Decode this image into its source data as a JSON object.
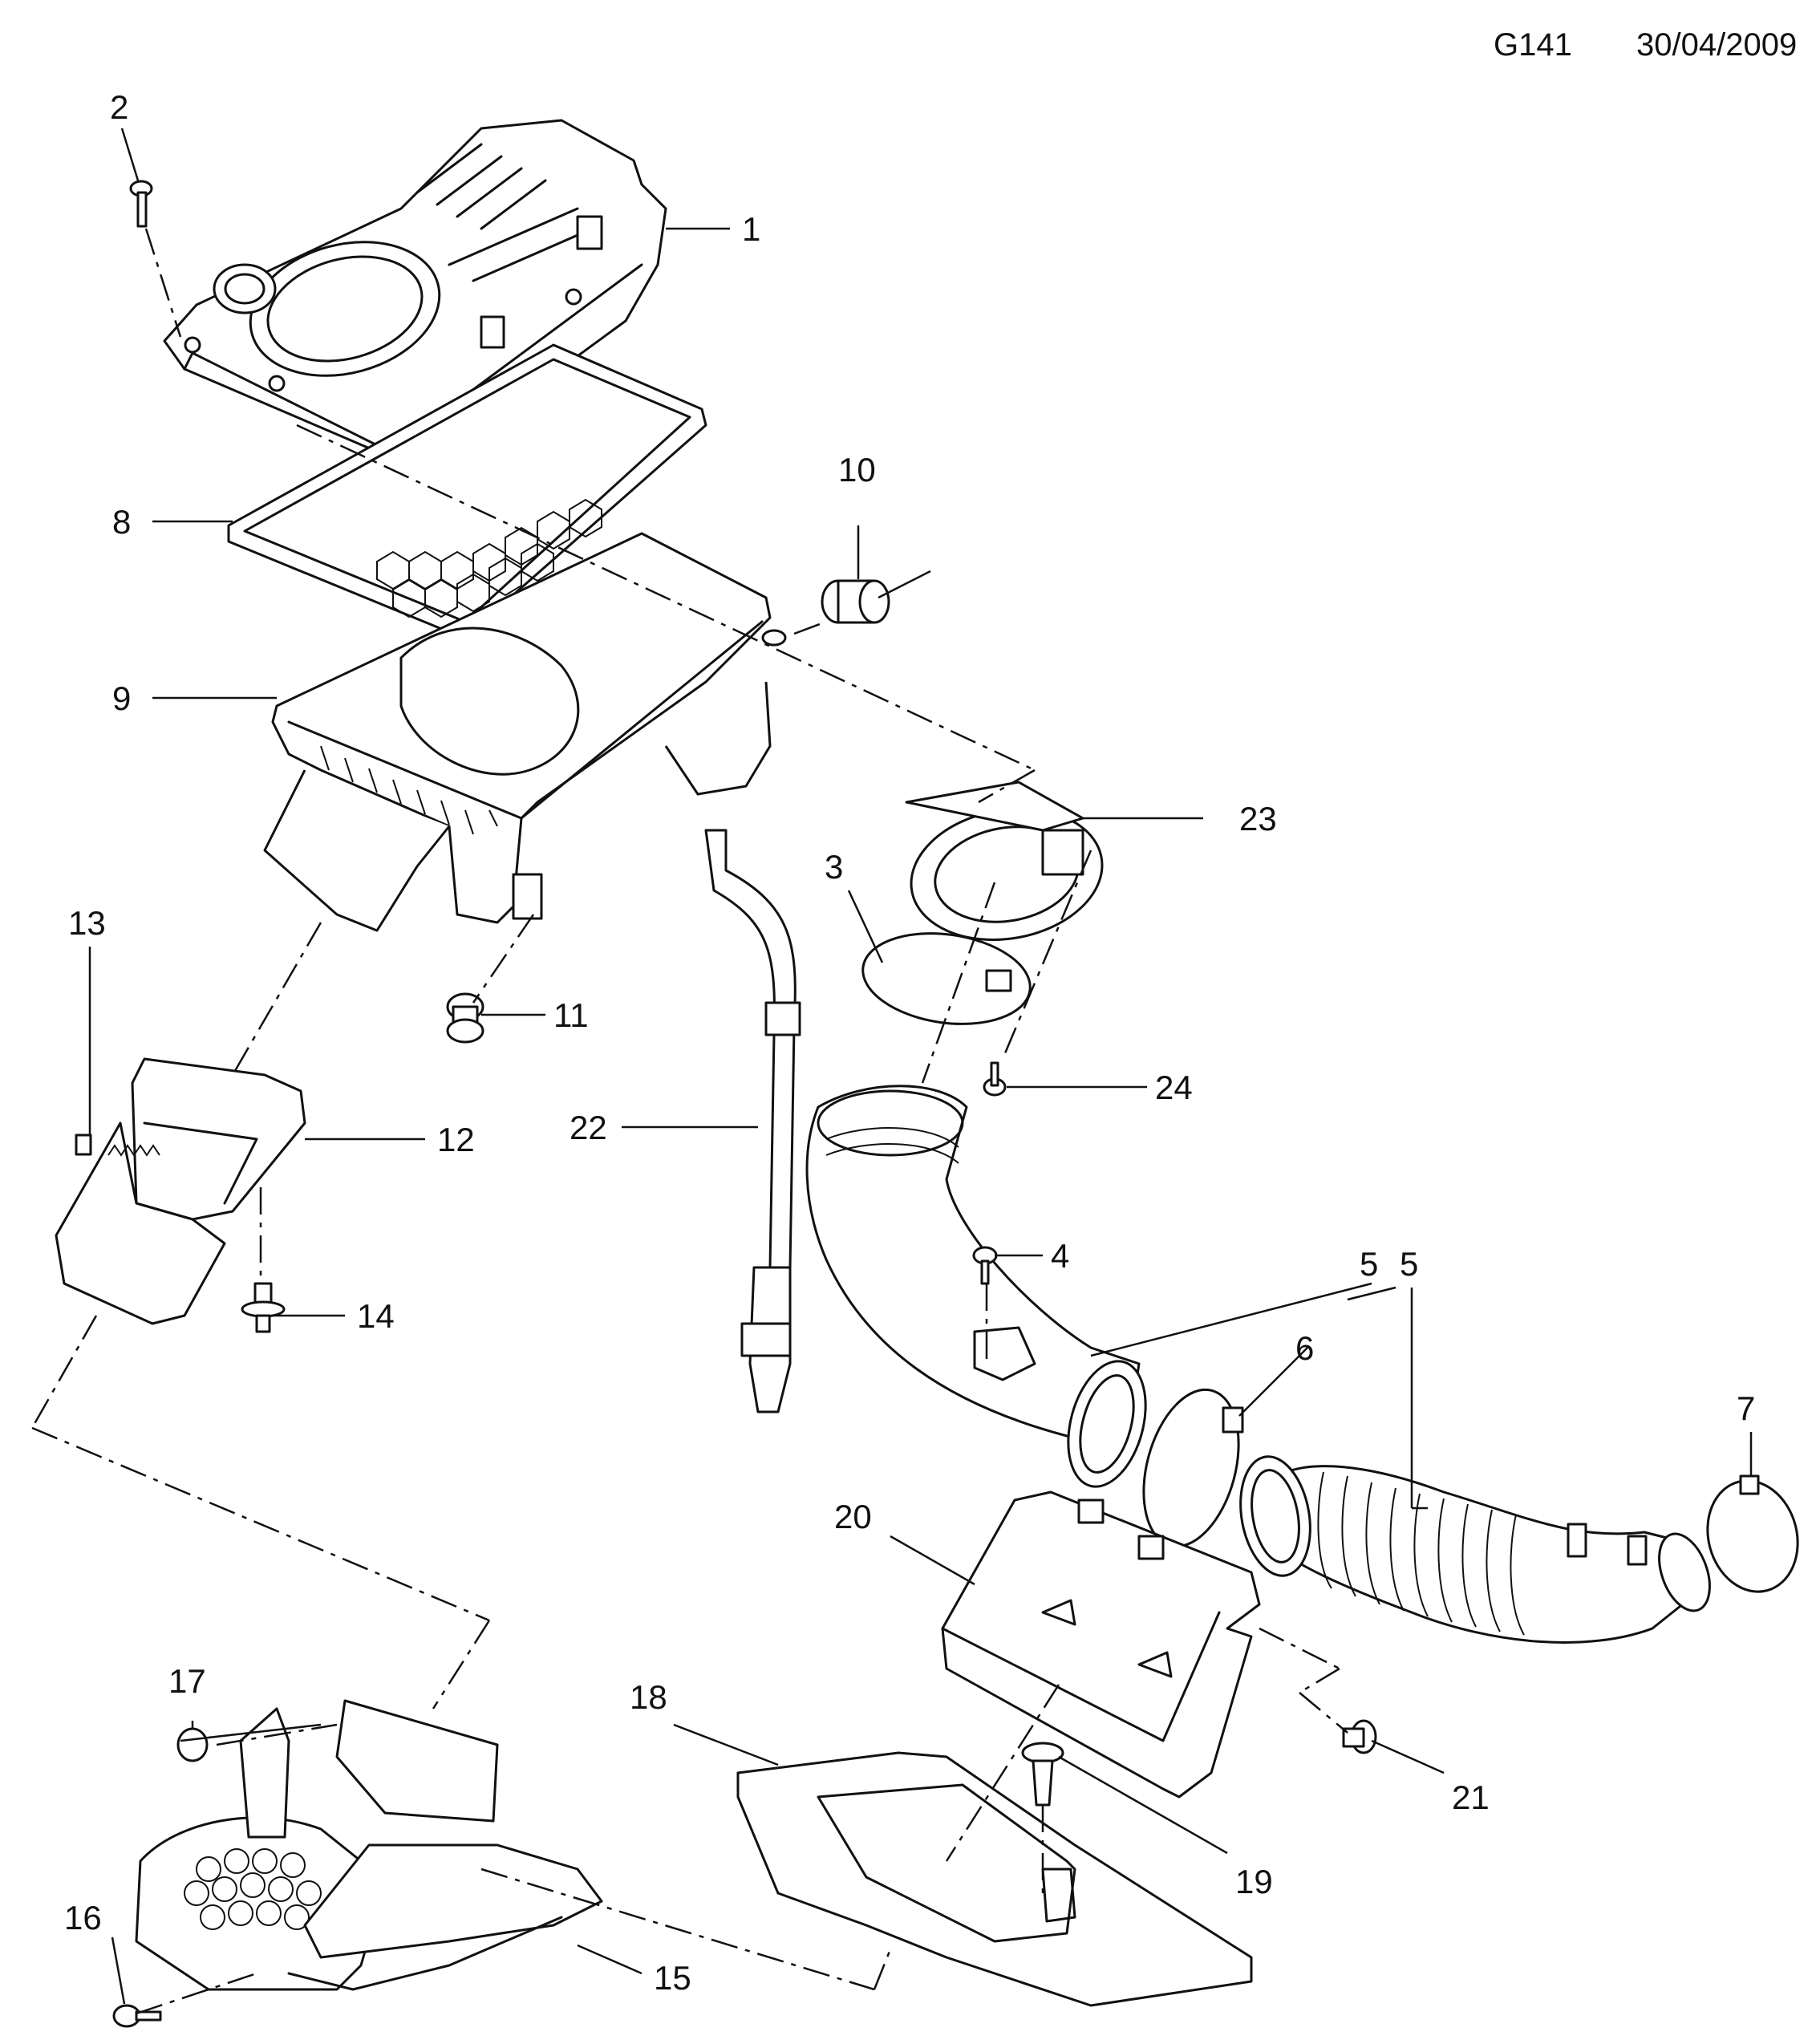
{
  "header": {
    "code": "G141",
    "date": "30/04/2009"
  },
  "callouts": [
    {
      "id": "c1",
      "text": "1"
    },
    {
      "id": "c2",
      "text": "2"
    },
    {
      "id": "c3",
      "text": "3"
    },
    {
      "id": "c4",
      "text": "4"
    },
    {
      "id": "c5a",
      "text": "5"
    },
    {
      "id": "c5b",
      "text": "5"
    },
    {
      "id": "c6",
      "text": "6"
    },
    {
      "id": "c7",
      "text": "7"
    },
    {
      "id": "c8",
      "text": "8"
    },
    {
      "id": "c9",
      "text": "9"
    },
    {
      "id": "c10",
      "text": "10"
    },
    {
      "id": "c11",
      "text": "11"
    },
    {
      "id": "c12",
      "text": "12"
    },
    {
      "id": "c13",
      "text": "13"
    },
    {
      "id": "c14",
      "text": "14"
    },
    {
      "id": "c15",
      "text": "15"
    },
    {
      "id": "c16",
      "text": "16"
    },
    {
      "id": "c17",
      "text": "17"
    },
    {
      "id": "c18",
      "text": "18"
    },
    {
      "id": "c19",
      "text": "19"
    },
    {
      "id": "c20",
      "text": "20"
    },
    {
      "id": "c21",
      "text": "21"
    },
    {
      "id": "c22",
      "text": "22"
    },
    {
      "id": "c23",
      "text": "23"
    },
    {
      "id": "c24",
      "text": "24"
    }
  ]
}
